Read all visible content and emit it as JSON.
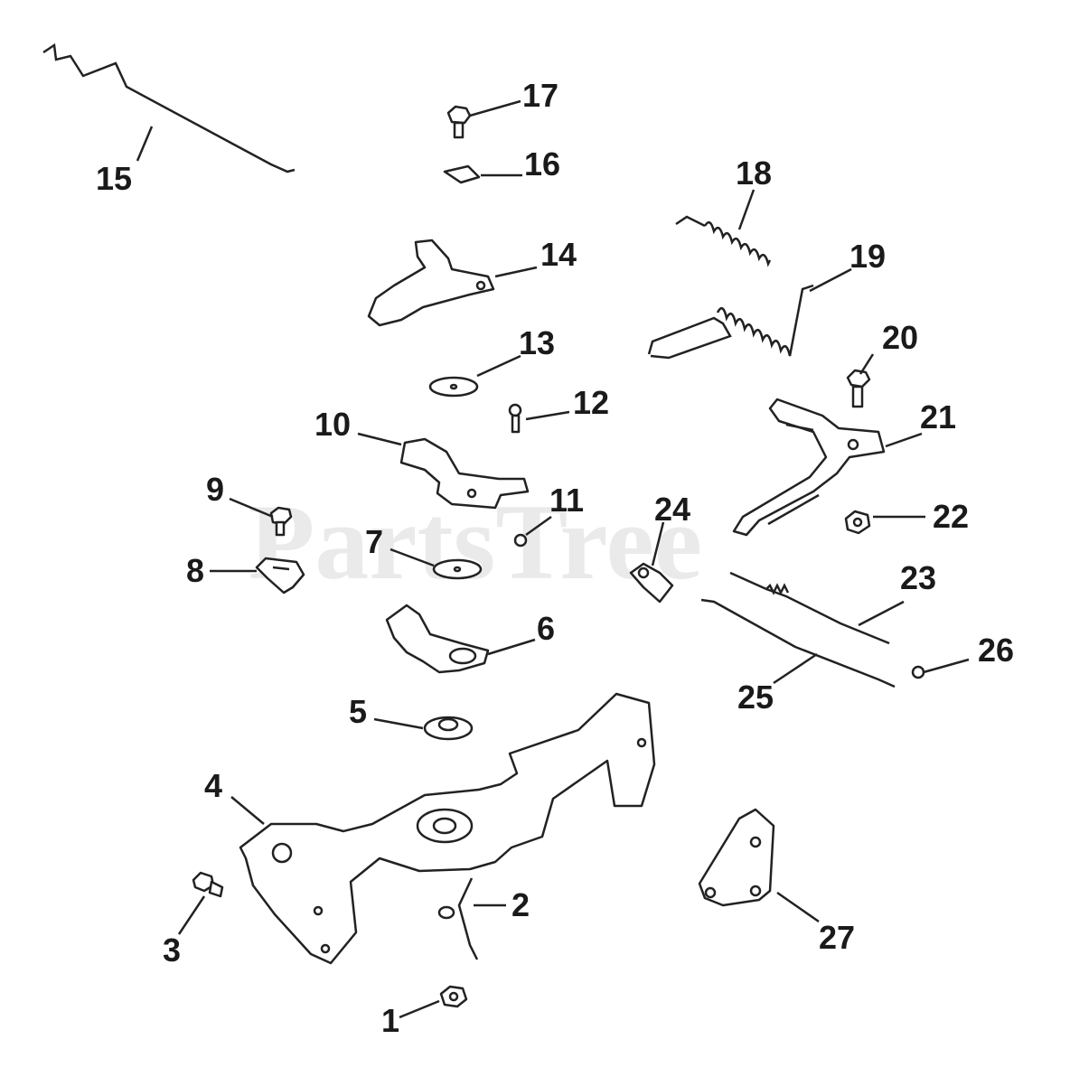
{
  "watermark": "PartsTree",
  "callouts": [
    {
      "id": "1",
      "label": "1"
    },
    {
      "id": "2",
      "label": "2"
    },
    {
      "id": "3",
      "label": "3"
    },
    {
      "id": "4",
      "label": "4"
    },
    {
      "id": "5",
      "label": "5"
    },
    {
      "id": "6",
      "label": "6"
    },
    {
      "id": "7",
      "label": "7"
    },
    {
      "id": "8",
      "label": "8"
    },
    {
      "id": "9",
      "label": "9"
    },
    {
      "id": "10",
      "label": "10"
    },
    {
      "id": "11",
      "label": "11"
    },
    {
      "id": "12",
      "label": "12"
    },
    {
      "id": "13",
      "label": "13"
    },
    {
      "id": "14",
      "label": "14"
    },
    {
      "id": "15",
      "label": "15"
    },
    {
      "id": "16",
      "label": "16"
    },
    {
      "id": "17",
      "label": "17"
    },
    {
      "id": "18",
      "label": "18"
    },
    {
      "id": "19",
      "label": "19"
    },
    {
      "id": "20",
      "label": "20"
    },
    {
      "id": "21",
      "label": "21"
    },
    {
      "id": "22",
      "label": "22"
    },
    {
      "id": "23",
      "label": "23"
    },
    {
      "id": "24",
      "label": "24"
    },
    {
      "id": "25",
      "label": "25"
    },
    {
      "id": "26",
      "label": "26"
    },
    {
      "id": "27",
      "label": "27"
    }
  ]
}
